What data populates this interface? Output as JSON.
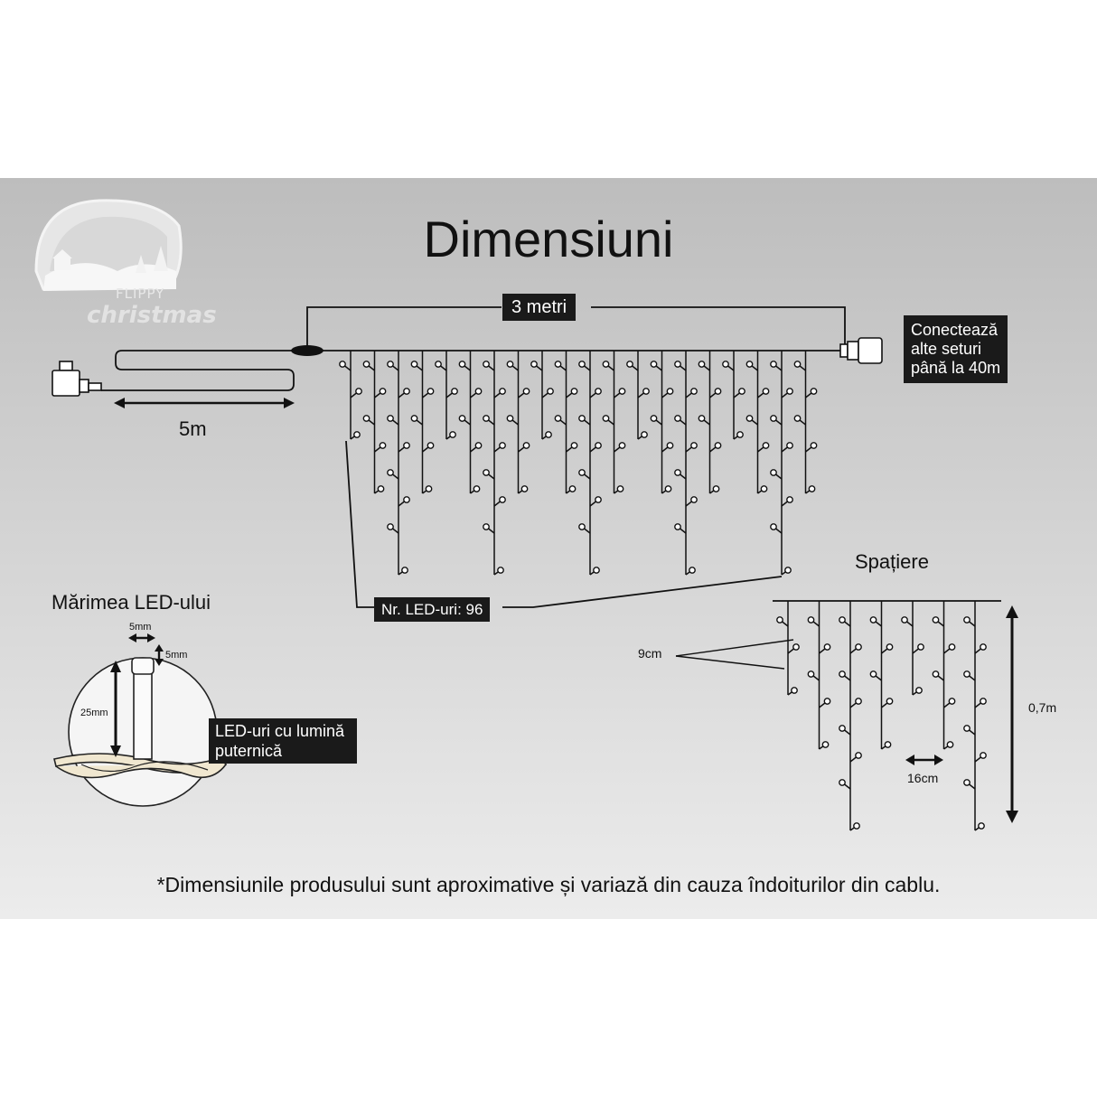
{
  "title": "Dimensiuni",
  "logo": {
    "line1": "FLIPPY",
    "line2": "christmas"
  },
  "labels": {
    "length_top": "3 metri",
    "length_cable": "5m",
    "connect": [
      "Conectează",
      "alte seturi",
      "până la 40m"
    ],
    "led_count": "Nr. LED-uri: 96",
    "spacing_title": "Spațiere",
    "spacing_vertical": "9cm",
    "spacing_horizontal": "16cm",
    "height": "0,7m",
    "led_size_title": "Mărimea LED-ului",
    "led_width": "5mm",
    "led_cap": "5mm",
    "led_height": "25mm",
    "bright": [
      "LED-uri cu lumină",
      "puternică"
    ]
  },
  "footnote": "*Dimensiunile produsului sunt aproximative și variază din cauza îndoiturilor din cablu.",
  "colors": {
    "background_top": "#bdbdbd",
    "background_bottom": "#ececec",
    "line": "#111111",
    "label_box": "#1a1a1a"
  }
}
